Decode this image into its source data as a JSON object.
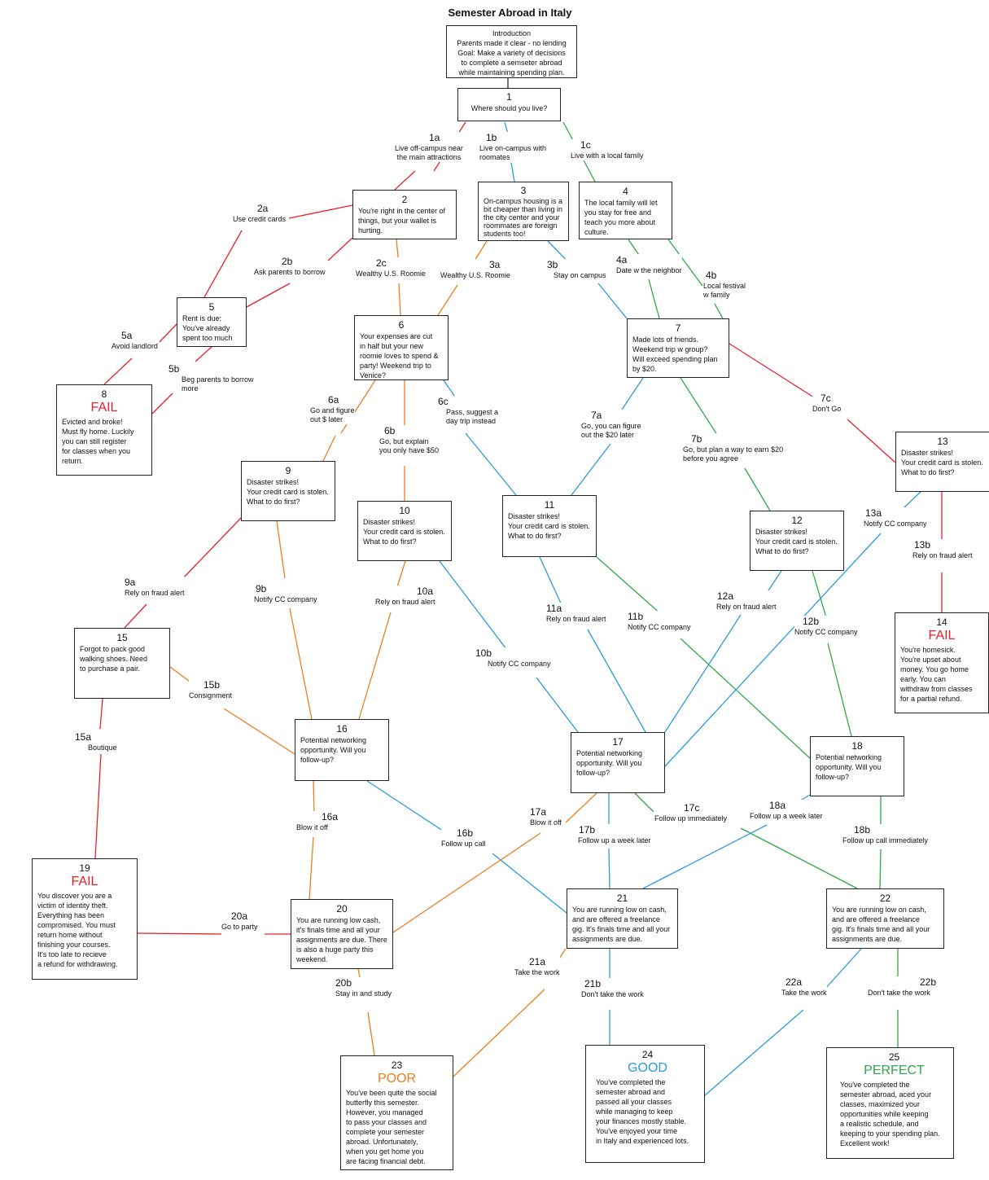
{
  "title": "Semester Abroad in Italy",
  "colors": {
    "red": "#e8212b",
    "blue": "#2b9ae0",
    "green": "#2fa84a",
    "orange": "#ee7d1e",
    "black": "#222222"
  },
  "nodes": {
    "intro": {
      "num": "",
      "body": "Introduction\nParents made it clear - no lending\nGoal: Make a variety of decisions\nto complete a semseter abroad\nwhile maintaining spending plan."
    },
    "n1": {
      "num": "1",
      "body": "Where should you live?"
    },
    "n2": {
      "num": "2",
      "body": "You're right in the center of\nthings, but your wallet is\nhurting."
    },
    "n3": {
      "num": "3",
      "body": "On-campus housing is a\nbit cheaper than living in\nthe city center and your\nroommates are foreign\nstudents too!"
    },
    "n4": {
      "num": "4",
      "body": "The local family will let\nyou stay for free and\nteach you more about\nculture."
    },
    "n5": {
      "num": "5",
      "body": "Rent is due:\nYou've already\nspent too much"
    },
    "n6": {
      "num": "6",
      "body": "Your expenses are cut\nin half but your new\nroomie loves to spend &\nparty! Weekend trip to\nVenice?"
    },
    "n7": {
      "num": "7",
      "body": "Made lots of friends.\nWeekend trip w group?\nWill exceed spending plan\nby $20."
    },
    "n8": {
      "num": "8",
      "status": "FAIL",
      "body": "Evicted and broke!\nMust fly home. Luckily\nyou can still register\nfor classes when you\nreturn."
    },
    "n9": {
      "num": "9",
      "body": "Disaster strikes!\nYour credit card is stolen.\nWhat to do first?"
    },
    "n10": {
      "num": "10",
      "body": "Disaster strikes!\nYour credit card is stolen.\nWhat to do first?"
    },
    "n11": {
      "num": "11",
      "body": "Disaster strikes!\nYour credit card is stolen.\nWhat to do first?"
    },
    "n12": {
      "num": "12",
      "body": "Disaster strikes!\nYour credit card is stolen.\nWhat to do first?"
    },
    "n13": {
      "num": "13",
      "body": "Disaster strikes!\nYour credit card is stolen.\nWhat to do first?"
    },
    "n14": {
      "num": "14",
      "status": "FAIL",
      "body": "You're homesick.\nYou're upset about\nmoney. You go home\nearly. You can\nwithdraw from classes\nfor a partial refund."
    },
    "n15": {
      "num": "15",
      "body": "Forgot to pack good\nwalking shoes. Need\nto purchase a pair."
    },
    "n16": {
      "num": "16",
      "body": "Potential networking\nopportunity. Will you\nfollow-up?"
    },
    "n17": {
      "num": "17",
      "body": "Potential networking\nopportunity. Will you\nfollow-up?"
    },
    "n18": {
      "num": "18",
      "body": "Potential networking\nopportunity. Will you\nfollow-up?"
    },
    "n19": {
      "num": "19",
      "status": "FAIL",
      "body": "You discover you are a\nvictim of identity theft.\nEverything has been\ncompromised. You must\nreturn home without\nfinishing your courses.\nIt's too late to recieve\na refund for withdrawing."
    },
    "n20": {
      "num": "20",
      "body": "You are running low cash,\nit's finals time and all your\nassignments are due. There\nis also a huge party this\nweekend."
    },
    "n21": {
      "num": "21",
      "body": "You are running low on cash,\nand are offered a freelance\ngig. It's finals time and all your\nassignments are due."
    },
    "n22": {
      "num": "22",
      "body": "You are running low on cash,\nand are offered a freelance\ngig. It's finals time and all your\nassignments are due."
    },
    "n23": {
      "num": "23",
      "status": "POOR",
      "body": "You've been quite the social\nbutterfly this semester.\nHowever, you managed\nto pass your classes and\ncomplete your semester\nabroad. Unfortunately,\nwhen you get home you\nare facing financial debt."
    },
    "n24": {
      "num": "24",
      "status": "GOOD",
      "body": "You've completed the\nsemester abroad and\npassed all your classes\nwhile managing to keep\nyour finances mostly stable.\nYou've enjoyed your time\nin Italy and experienced lots."
    },
    "n25": {
      "num": "25",
      "status": "PERFECT",
      "body": "You've completed the\nsemester abroad, aced your\nclasses, maximized your\nopportunities while keeping\na realistic schedule, and\nkeeping to your spending plan.\n Excellent work!"
    }
  },
  "labels": {
    "l1a": {
      "num": "1a",
      "text": "Live off-campus near\nthe main attractions"
    },
    "l1b": {
      "num": "1b",
      "text": "Live on-campus with\nroomates"
    },
    "l1c": {
      "num": "1c",
      "text": "Live with a local family"
    },
    "l2a": {
      "num": "2a",
      "text": "Use credit cards"
    },
    "l2b": {
      "num": "2b",
      "text": "Ask parents to borrow"
    },
    "l2c": {
      "num": "2c",
      "text": "Wealthy U.S. Roomie"
    },
    "l3a": {
      "num": "3a",
      "text": "Wealthy U.S. Roomie"
    },
    "l3b": {
      "num": "3b",
      "text": "Stay on campus"
    },
    "l4a": {
      "num": "4a",
      "text": "Date w the neighbor"
    },
    "l4b": {
      "num": "4b",
      "text": "Local festival\nw family"
    },
    "l5a": {
      "num": "5a",
      "text": "Avoid landlord"
    },
    "l5b": {
      "num": "5b",
      "text": "Beg parents to borrow\nmore"
    },
    "l6a": {
      "num": "6a",
      "text": "Go and figure\nout $ later"
    },
    "l6b": {
      "num": "6b",
      "text": "Go, but explain\nyou only have $50"
    },
    "l6c": {
      "num": "6c",
      "text": "Pass, suggest a\nday trip instead"
    },
    "l7a": {
      "num": "7a",
      "text": "Go, you can figure\nout the $20 later"
    },
    "l7b": {
      "num": "7b",
      "text": "Go, but plan a way to earn $20\nbefore you agree"
    },
    "l7c": {
      "num": "7c",
      "text": "Don't Go"
    },
    "l9a": {
      "num": "9a",
      "text": "Rely on fraud alert"
    },
    "l9b": {
      "num": "9b",
      "text": "Notify CC company"
    },
    "l10a": {
      "num": "10a",
      "text": "Rely on fraud alert"
    },
    "l10b": {
      "num": "10b",
      "text": "Notify CC company"
    },
    "l11a": {
      "num": "11a",
      "text": "Rely on fraud alert"
    },
    "l11b": {
      "num": "11b",
      "text": "Notify CC company"
    },
    "l12a": {
      "num": "12a",
      "text": "Rely on fraud alert"
    },
    "l12b": {
      "num": "12b",
      "text": "Notify CC company"
    },
    "l13a": {
      "num": "13a",
      "text": "Notify CC company"
    },
    "l13b": {
      "num": "13b",
      "text": "Rely on fraud alert"
    },
    "l15a": {
      "num": "15a",
      "text": "Boutique"
    },
    "l15b": {
      "num": "15b",
      "text": "Consignment"
    },
    "l16a": {
      "num": "16a",
      "text": "Blow it off"
    },
    "l16b": {
      "num": "16b",
      "text": "Follow up call"
    },
    "l17a": {
      "num": "17a",
      "text": "Blow it off"
    },
    "l17b": {
      "num": "17b",
      "text": "Follow up a week later"
    },
    "l17c": {
      "num": "17c",
      "text": "Follow up immediately"
    },
    "l18a": {
      "num": "18a",
      "text": "Follow up a week later"
    },
    "l18b": {
      "num": "18b",
      "text": "Follow up call immediately"
    },
    "l20a": {
      "num": "20a",
      "text": "Go to party"
    },
    "l20b": {
      "num": "20b",
      "text": "Stay in and study"
    },
    "l21a": {
      "num": "21a",
      "text": "Take the work"
    },
    "l21b": {
      "num": "21b",
      "text": "Don't take the work"
    },
    "l22a": {
      "num": "22a",
      "text": "Take the work"
    },
    "l22b": {
      "num": "22b",
      "text": "Don't take the work"
    }
  }
}
